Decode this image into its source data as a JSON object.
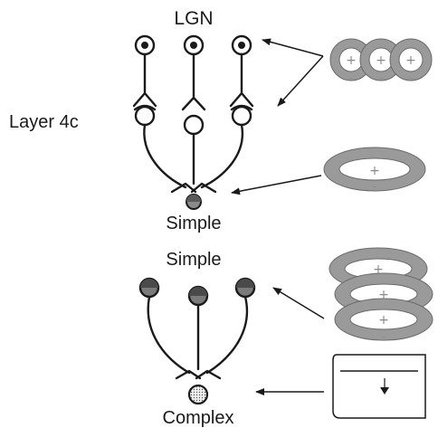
{
  "labels": {
    "lgn": "LGN",
    "layer4c": "Layer 4c",
    "simple_top": "Simple",
    "simple_mid": "Simple",
    "complex": "Complex"
  },
  "receptive_field_signs": {
    "center": "+",
    "surround": "−"
  },
  "colors": {
    "ink": "#1a1a1a",
    "rf_surround": "#9a9a9a",
    "cell_fill_dark": "#7a7a7a"
  }
}
